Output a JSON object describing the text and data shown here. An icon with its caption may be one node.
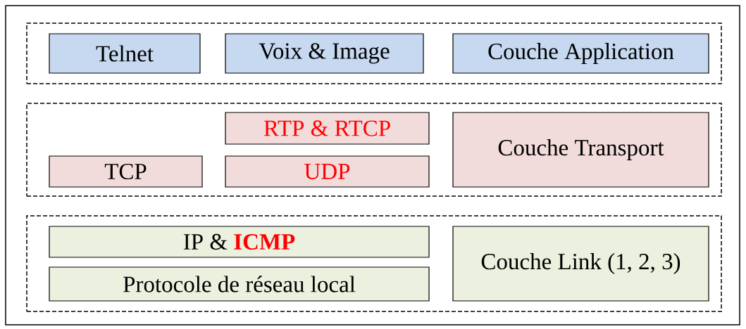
{
  "diagram": {
    "nodes": [
      {
        "text": [],
        "shape": "box"
      },
      {
        "text": [
          "Telnet"
        ],
        "in": 0
      },
      {
        "text": [
          "Voix & Image"
        ],
        "in": 0
      },
      {
        "text": [
          "Couche Application"
        ],
        "in": 0
      },
      {
        "text": [],
        "shape": "box"
      },
      {
        "text": [
          "RTP & RTCP"
        ],
        "in": 4
      },
      {
        "text": [
          "TCP"
        ],
        "in": 4
      },
      {
        "text": [
          "UDP"
        ],
        "in": 4
      },
      {
        "text": [
          "Couche Transport"
        ],
        "in": 4
      },
      {
        "text": [],
        "shape": "box"
      },
      {
        "text": [
          "IP & **ICMP**"
        ],
        "in": 9
      },
      {
        "text": [
          "Protocole de réseau local"
        ],
        "in": 9
      },
      {
        "text": [
          "Couche Link (1, 2, 3)"
        ],
        "in": 9
      }
    ]
  }
}
